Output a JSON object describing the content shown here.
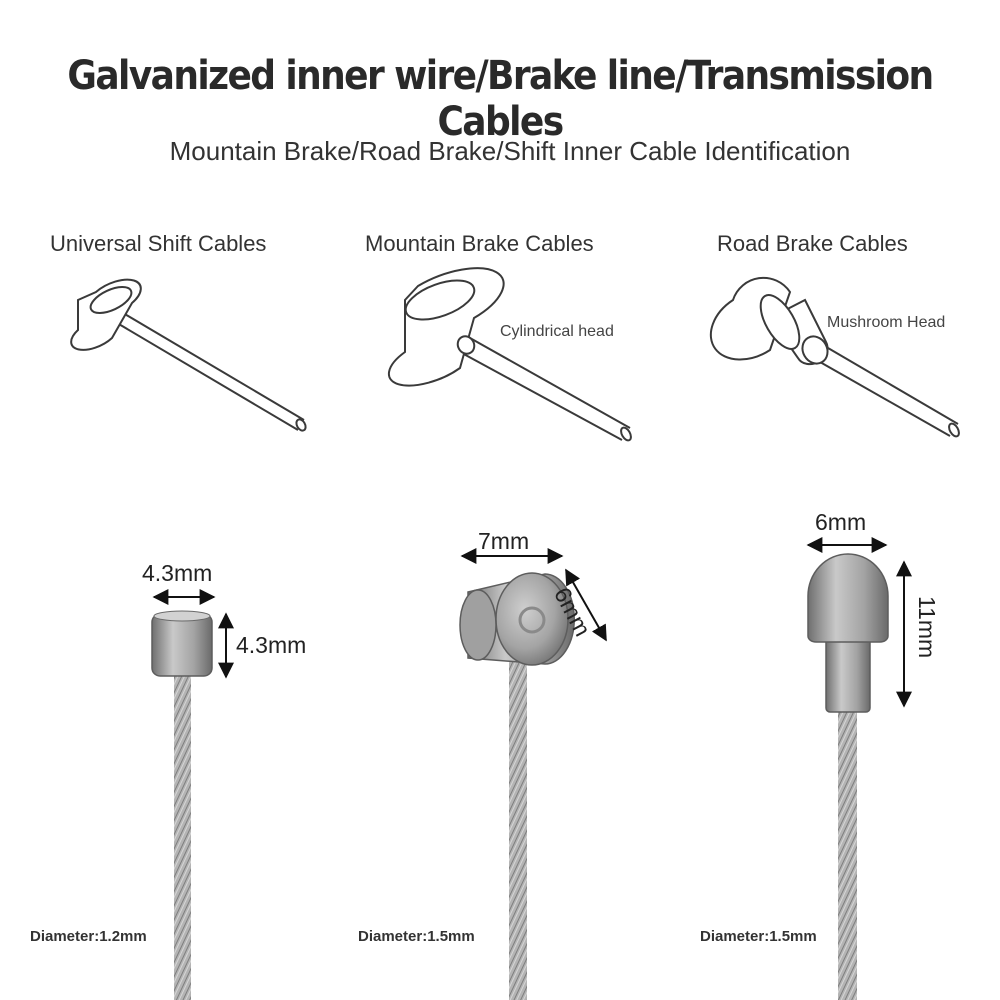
{
  "header": {
    "title": "Galvanized inner wire/Brake line/Transmission Cables",
    "subtitle": "Mountain Brake/Road Brake/Shift Inner Cable Identification"
  },
  "columns": [
    {
      "title": "Universal Shift Cables",
      "head_label": "",
      "dim_width": "4.3mm",
      "dim_height": "4.3mm",
      "diameter": "Diameter:1.2mm"
    },
    {
      "title": "Mountain Brake Cables",
      "head_label": "Cylindrical head",
      "dim_width": "7mm",
      "dim_height": "6mm",
      "diameter": "Diameter:1.5mm"
    },
    {
      "title": "Road Brake Cables",
      "head_label": "Mushroom Head",
      "dim_width": "6mm",
      "dim_height": "11mm",
      "diameter": "Diameter:1.5mm"
    }
  ],
  "colors": {
    "text": "#2b2b2b",
    "line_art": "#3a3a3a",
    "metal": "#9a9a9a",
    "metal_dark": "#6e6e6e",
    "metal_light": "#c8c8c8"
  }
}
